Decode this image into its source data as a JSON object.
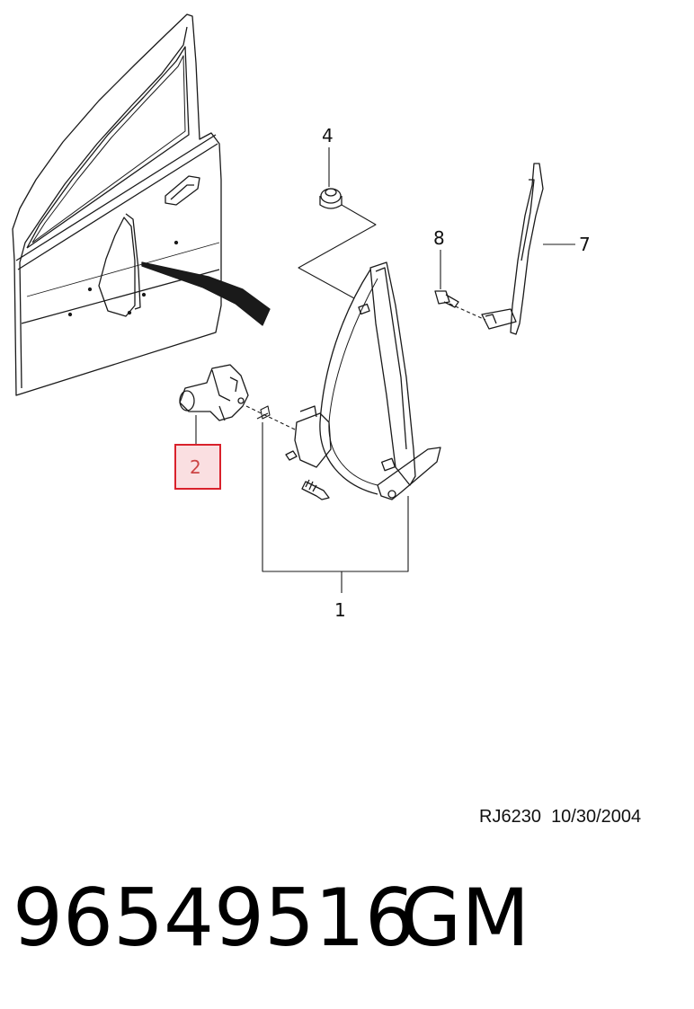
{
  "callouts": {
    "c1": "1",
    "c2": "2",
    "c4": "4",
    "c7": "7",
    "c8": "8"
  },
  "reference": {
    "code": "RJ6230",
    "date": "10/30/2004"
  },
  "footer": {
    "part_number": "96549516",
    "brand": "GM"
  },
  "colors": {
    "highlight_border": "#d9212b",
    "highlight_fill": "#f3c6c9",
    "line": "#1a1a1a"
  }
}
